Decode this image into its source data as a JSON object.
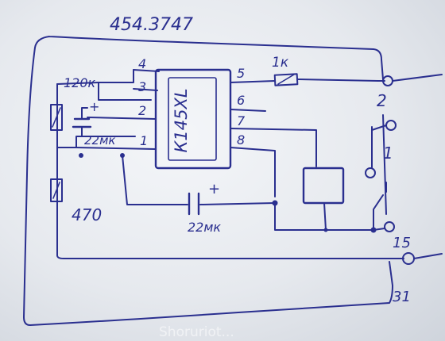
{
  "diagram": {
    "title": "454.3747",
    "ic": {
      "label": "К145XL"
    },
    "pins": {
      "p4": "4",
      "p3": "3",
      "p2": "2",
      "p1": "1",
      "p5": "5",
      "p6": "6",
      "p7": "7",
      "p8": "8"
    },
    "components": {
      "r_1k": "1к",
      "r_120k": "120к",
      "c_top_plus": "+",
      "c_22mk_top": "22мк",
      "c_22mk_bottom": "22мк",
      "c_bottom_plus": "+",
      "r_470": "470"
    },
    "terminals": {
      "t2": "2",
      "t1": "1",
      "t15": "15",
      "t31": "31"
    }
  },
  "watermark": "Shoruriot..."
}
